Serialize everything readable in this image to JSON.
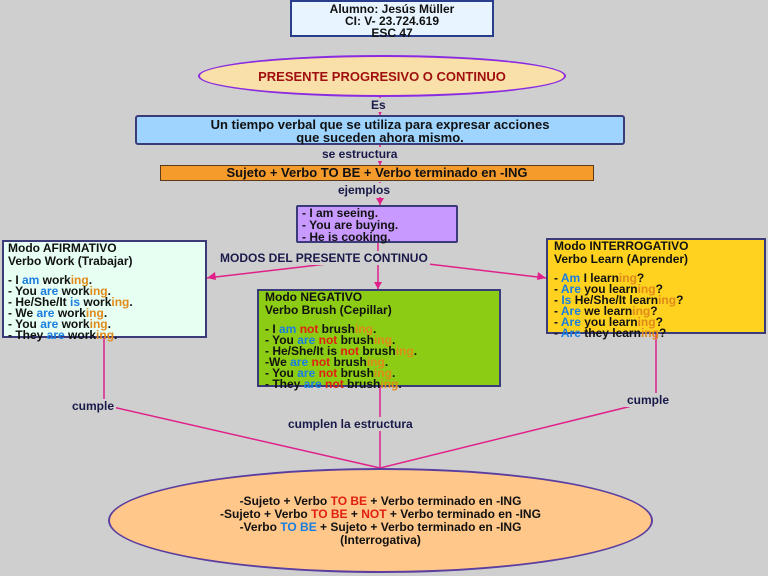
{
  "header": {
    "line1": "Alumno: Jesús Müller",
    "line2": "CI: V- 23.724.619",
    "line3": "ESC 47"
  },
  "title": "PRESENTE PROGRESIVO O CONTINUO",
  "links": {
    "es": "Es",
    "se_estructura": "se estructura",
    "ejemplos": "ejemplos",
    "modos": "MODOS DEL PRESENTE CONTINUO",
    "cumple_left": "cumple",
    "cumple_right": "cumple",
    "cumplen": "cumplen la estructura"
  },
  "definition": {
    "line1": "Un tiempo verbal que se utiliza para expresar acciones",
    "line2": "que suceden ahora mismo."
  },
  "structure": "Sujeto + Verbo TO BE + Verbo terminado en -ING",
  "examples": [
    "- I am seeing.",
    "- You are buying.",
    "- He is cooking."
  ],
  "afirmativo": {
    "title1": "Modo AFIRMATIVO",
    "title2": "Verbo Work (Trabajar)",
    "items": [
      {
        "a": "- I ",
        "b": "am",
        "c": " work",
        "d": "ing",
        "e": "."
      },
      {
        "a": "- You ",
        "b": "are",
        "c": " work",
        "d": "ing",
        "e": "."
      },
      {
        "a": "- He/She/It ",
        "b": "is",
        "c": " work",
        "d": "ing",
        "e": "."
      },
      {
        "a": "- We ",
        "b": "are",
        "c": " work",
        "d": "ing",
        "e": "."
      },
      {
        "a": "- You ",
        "b": "are",
        "c": " work",
        "d": "ing",
        "e": "."
      },
      {
        "a": "- They ",
        "b": "are",
        "c": " work",
        "d": "ing",
        "e": "."
      }
    ]
  },
  "negativo": {
    "title1": "Modo NEGATIVO",
    "title2": "Verbo Brush (Cepillar)",
    "items": [
      {
        "a": "- I ",
        "b": "am",
        "c": " ",
        "n": "not",
        "v": " brush",
        "d": "ing",
        "e": "."
      },
      {
        "a": "- You ",
        "b": "are",
        "c": " ",
        "n": "not",
        "v": " brush",
        "d": "ing",
        "e": "."
      },
      {
        "a": "- He/She/It is ",
        "b": "",
        "c": "",
        "n": "not",
        "v": " brush",
        "d": "ing",
        "e": "."
      },
      {
        "a": "-We ",
        "b": "are",
        "c": " ",
        "n": "not",
        "v": " brush",
        "d": "ing",
        "e": "."
      },
      {
        "a": "- You ",
        "b": "are",
        "c": " ",
        "n": "not",
        "v": " brush",
        "d": "ing",
        "e": "."
      },
      {
        "a": "- They ",
        "b": "are",
        "c": " ",
        "n": "not",
        "v": " brush",
        "d": "ing",
        "e": "."
      }
    ]
  },
  "interrogativo": {
    "title1": "Modo INTERROGATIVO",
    "title2": "Verbo Learn (Aprender)",
    "items": [
      {
        "a": "- ",
        "b": "Am",
        "c": " I learn",
        "d": "ing",
        "e": "?"
      },
      {
        "a": "- ",
        "b": "Are",
        "c": " you learn",
        "d": "ing",
        "e": "?"
      },
      {
        "a": "- ",
        "b": "Is",
        "c": " He/She/It learn",
        "d": "ing",
        "e": "?"
      },
      {
        "a": "- ",
        "b": "Are",
        "c": " we learn",
        "d": "ing",
        "e": "?"
      },
      {
        "a": "- ",
        "b": "Are",
        "c": " you learn",
        "d": "ing",
        "e": "?"
      },
      {
        "a": "- ",
        "b": "Are",
        "c": " they learn",
        "d": "ing",
        "e": "?"
      }
    ]
  },
  "summary": {
    "l1a": "-Sujeto + Verbo ",
    "l1b": "TO BE",
    "l1c": " + Verbo terminado en -ING",
    "l2a": "-Sujeto + Verbo ",
    "l2b": "TO BE",
    "l2c": " + ",
    "l2d": "NOT",
    "l2e": " + Verbo terminado en -ING",
    "l3a": "-Verbo ",
    "l3b": "TO BE",
    "l3c": " + Sujeto + Verbo terminado en -ING",
    "l4": "(Interrogativa)"
  },
  "colors": {
    "connector": "#e0208a",
    "highlight_blue": "#1a7ee0",
    "highlight_red": "#e02010",
    "highlight_orange": "#e08a1a"
  }
}
